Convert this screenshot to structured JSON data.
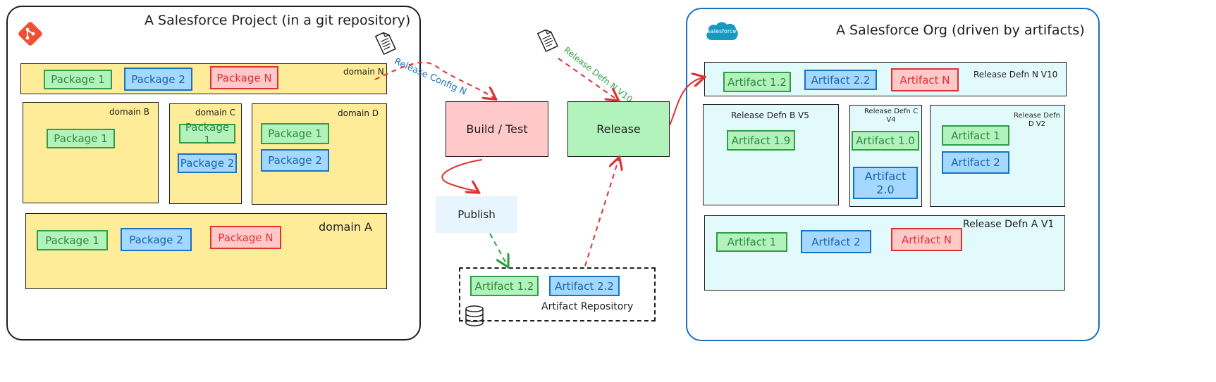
{
  "project": {
    "title": "A Salesforce Project (in a git repository)",
    "domains": {
      "n": {
        "label": "domain N",
        "packages": [
          "Package 1",
          "Package 2",
          "Package N"
        ]
      },
      "b": {
        "label": "domain B",
        "packages": [
          "Package 1"
        ]
      },
      "c": {
        "label": "domain C",
        "packages": [
          "Package 1",
          "Package 2"
        ]
      },
      "d": {
        "label": "domain D",
        "packages": [
          "Package 1",
          "Package 2"
        ]
      },
      "a": {
        "label": "domain A",
        "packages": [
          "Package 1",
          "Package 2",
          "Package N"
        ]
      }
    }
  },
  "pipeline": {
    "release_config_label": "Release Config N",
    "release_defn_label": "Release Defn N V10",
    "build_test": "Build / Test",
    "release": "Release",
    "publish": "Publish",
    "repository": {
      "label": "Artifact Repository",
      "artifacts": [
        "Artifact 1.2",
        "Artifact 2.2"
      ]
    }
  },
  "org": {
    "title": "A Salesforce Org (driven by artifacts)",
    "logo_text": "salesforce",
    "releases": {
      "n": {
        "label": "Release Defn N V10",
        "artifacts": [
          "Artifact 1.2",
          "Artifact 2.2",
          "Artifact N"
        ]
      },
      "b": {
        "label": "Release Defn B V5",
        "artifacts": [
          "Artifact 1.9"
        ]
      },
      "c": {
        "label": "Release Defn C V4",
        "artifacts": [
          "Artifact 1.0",
          "Artifact 2.0"
        ]
      },
      "d": {
        "label": "Release Defn D V2",
        "artifacts": [
          "Artifact 1",
          "Artifact 2"
        ]
      },
      "a": {
        "label": "Release Defn A V1",
        "artifacts": [
          "Artifact 1",
          "Artifact 2",
          "Artifact N"
        ]
      }
    }
  },
  "colors": {
    "green": "#b2f2bb",
    "blue": "#a5d8ff",
    "red": "#ffc9c9",
    "domain_yellow": "#ffec99",
    "org_cyan": "#e3fafc",
    "build_pink": "#ffc9c9",
    "release_green": "#b2f2bb",
    "publish_blue": "#e7f5ff",
    "git_orange": "#f05032",
    "salesforce_blue": "#1798c1"
  },
  "icons": [
    "git-logo-icon",
    "document-icon",
    "database-icon",
    "salesforce-cloud-icon"
  ]
}
